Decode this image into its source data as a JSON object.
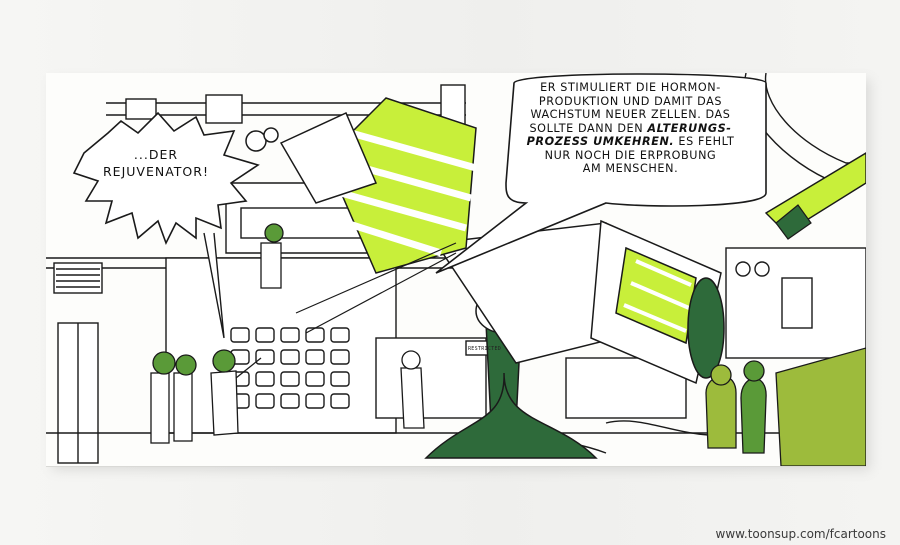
{
  "cartoon": {
    "speech_right_lines": [
      "ER STIMULIERT DIE HORMON-",
      "PRODUKTION UND DAMIT DAS",
      "WACHSTUM NEUER ZELLEN. DAS",
      "SOLLTE DANN DEN ",
      "ALTERUNGS-",
      "PROZESS UMKEHREN.",
      " ES FEHLT",
      "NUR NOCH DIE ERPROBUNG",
      "AM MENSCHEN."
    ],
    "speech_left_line1": "...DER",
    "speech_left_line2": "REJUVENATOR!",
    "sign_restricted": "RESTRICTED"
  },
  "watermark": "www.toonsup.com/fcartoons",
  "colors": {
    "lime": "#c8ef3a",
    "dark_green": "#2e6a3a",
    "mid_green": "#5a9a38",
    "olive_panel": "#9dbb3c",
    "ink": "#1a1a1a"
  }
}
